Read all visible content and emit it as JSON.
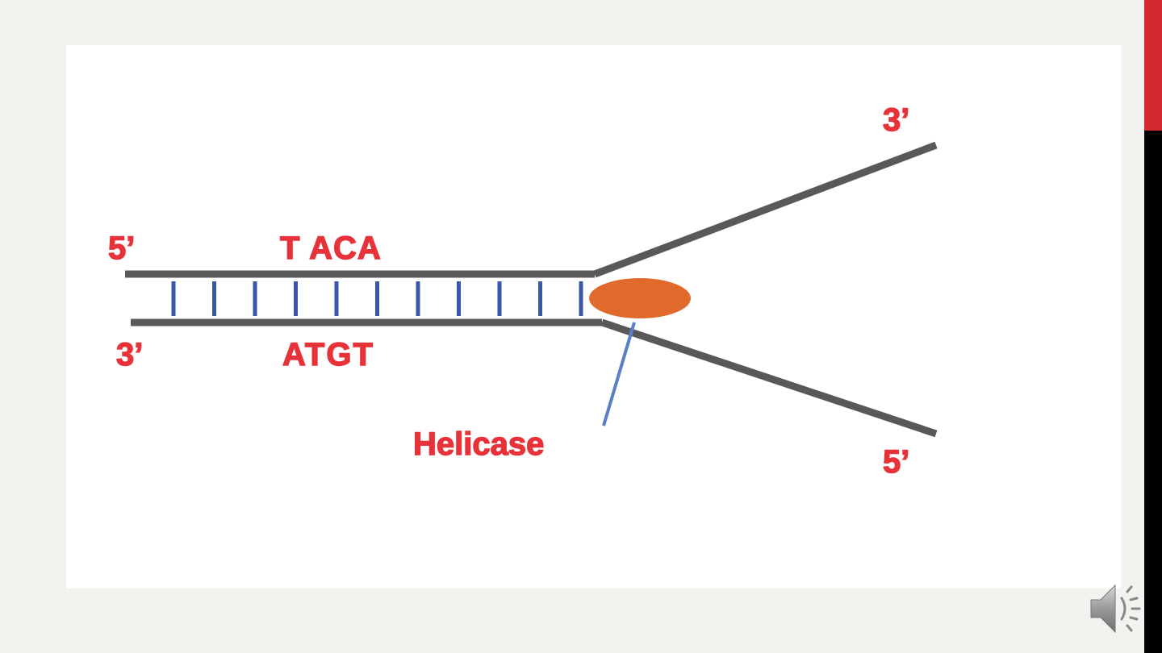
{
  "colors": {
    "background": "#f2f2ee",
    "panel": "#ffffff",
    "strand": "#595959",
    "base_pairs": "#3b55a8",
    "label_red": "#e8323a",
    "helicase": "#e06a2c",
    "helicase_pointer": "#5b7fc7",
    "accent_red": "#d42a2f",
    "accent_black": "#000000"
  },
  "diagram": {
    "left_top_end": "5’",
    "left_bottom_end": "3’",
    "top_sequence": "T ACA",
    "bottom_sequence": "ATGT",
    "fork_top_end": "3’",
    "fork_bottom_end": "5’",
    "helicase_label": "Helicase",
    "base_pair_count": 11
  },
  "icons": {
    "audio": "speaker-audio-icon"
  }
}
